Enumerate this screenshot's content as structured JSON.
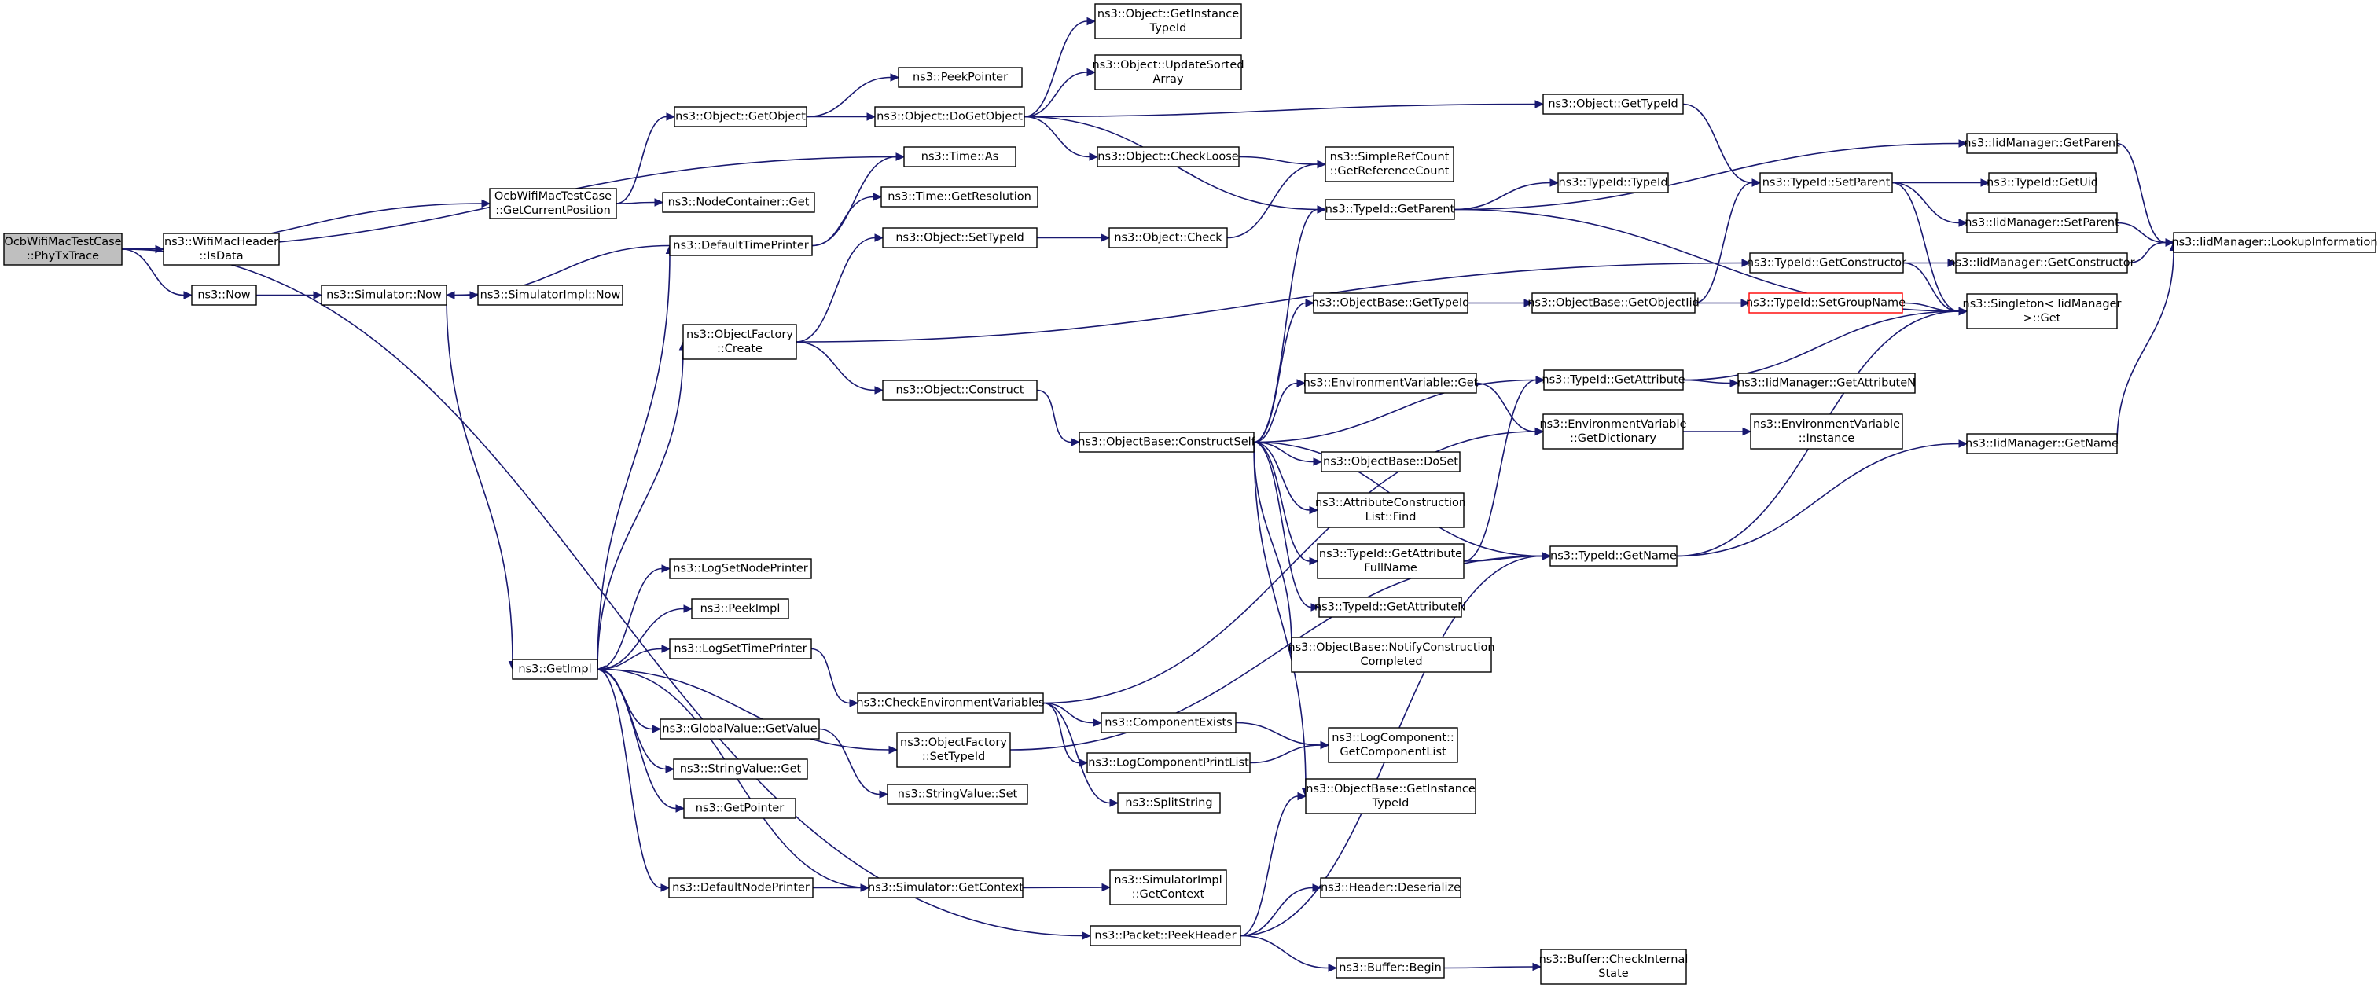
{
  "graph": {
    "colors": {
      "edge": "#191970",
      "root_fill": "#bfbfbf",
      "node_border": "#000000",
      "highlight_border": "#ff0000",
      "background": "#ffffff"
    },
    "nodes": [
      {
        "id": "root",
        "lines": [
          "OcbWifiMacTestCase",
          "::PhyTxTrace"
        ],
        "root": true
      },
      {
        "id": "getCurrentPosition",
        "lines": [
          "OcbWifiMacTestCase",
          "::GetCurrentPosition"
        ]
      },
      {
        "id": "isData",
        "lines": [
          "ns3::WifiMacHeader",
          "::IsData"
        ]
      },
      {
        "id": "now",
        "lines": [
          "ns3::Now"
        ]
      },
      {
        "id": "simNow",
        "lines": [
          "ns3::Simulator::Now"
        ]
      },
      {
        "id": "simImplNow",
        "lines": [
          "ns3::SimulatorImpl::Now"
        ]
      },
      {
        "id": "getImpl",
        "lines": [
          "ns3::GetImpl"
        ]
      },
      {
        "id": "objGetObject",
        "lines": [
          "ns3::Object::GetObject"
        ]
      },
      {
        "id": "nodeContainerGet",
        "lines": [
          "ns3::NodeContainer::Get"
        ]
      },
      {
        "id": "defaultTimePrinter",
        "lines": [
          "ns3::DefaultTimePrinter"
        ]
      },
      {
        "id": "objFactoryCreate",
        "lines": [
          "ns3::ObjectFactory",
          "::Create"
        ]
      },
      {
        "id": "logSetNodePrinter",
        "lines": [
          "ns3::LogSetNodePrinter"
        ]
      },
      {
        "id": "peekImpl",
        "lines": [
          "ns3::PeekImpl"
        ]
      },
      {
        "id": "logSetTimePrinter",
        "lines": [
          "ns3::LogSetTimePrinter"
        ]
      },
      {
        "id": "globalValueGetValue",
        "lines": [
          "ns3::GlobalValue::GetValue"
        ]
      },
      {
        "id": "stringValueGet",
        "lines": [
          "ns3::StringValue::Get"
        ]
      },
      {
        "id": "getPointer",
        "lines": [
          "ns3::GetPointer"
        ]
      },
      {
        "id": "defaultNodePrinter",
        "lines": [
          "ns3::DefaultNodePrinter"
        ]
      },
      {
        "id": "peekPointer",
        "lines": [
          "ns3::PeekPointer"
        ]
      },
      {
        "id": "doGetObject",
        "lines": [
          "ns3::Object::DoGetObject"
        ]
      },
      {
        "id": "timeAs",
        "lines": [
          "ns3::Time::As"
        ]
      },
      {
        "id": "timeGetResolution",
        "lines": [
          "ns3::Time::GetResolution"
        ]
      },
      {
        "id": "objSetTypeId",
        "lines": [
          "ns3::Object::SetTypeId"
        ]
      },
      {
        "id": "objConstruct",
        "lines": [
          "ns3::Object::Construct"
        ]
      },
      {
        "id": "checkEnvVars",
        "lines": [
          "ns3::CheckEnvironmentVariables"
        ]
      },
      {
        "id": "objFactorySetTypeId",
        "lines": [
          "ns3::ObjectFactory",
          "::SetTypeId"
        ]
      },
      {
        "id": "stringValueSet",
        "lines": [
          "ns3::StringValue::Set"
        ]
      },
      {
        "id": "simGetContext",
        "lines": [
          "ns3::Simulator::GetContext"
        ]
      },
      {
        "id": "getInstanceTypeId",
        "lines": [
          "ns3::Object::GetInstance",
          "TypeId"
        ]
      },
      {
        "id": "updateSortedArray",
        "lines": [
          "ns3::Object::UpdateSorted",
          "Array"
        ]
      },
      {
        "id": "checkLoose",
        "lines": [
          "ns3::Object::CheckLoose"
        ]
      },
      {
        "id": "objCheck",
        "lines": [
          "ns3::Object::Check"
        ]
      },
      {
        "id": "constructSelf",
        "lines": [
          "ns3::ObjectBase::ConstructSelf"
        ]
      },
      {
        "id": "componentExists",
        "lines": [
          "ns3::ComponentExists"
        ]
      },
      {
        "id": "logComponentPrintList",
        "lines": [
          "ns3::LogComponentPrintList"
        ]
      },
      {
        "id": "splitString",
        "lines": [
          "ns3::SplitString"
        ]
      },
      {
        "id": "simImplGetContext",
        "lines": [
          "ns3::SimulatorImpl",
          "::GetContext"
        ]
      },
      {
        "id": "packetPeekHeader",
        "lines": [
          "ns3::Packet::PeekHeader"
        ]
      },
      {
        "id": "simpleRefCount",
        "lines": [
          "ns3::SimpleRefCount",
          "::GetReferenceCount"
        ]
      },
      {
        "id": "typeIdGetParent",
        "lines": [
          "ns3::TypeId::GetParent"
        ]
      },
      {
        "id": "objBaseGetTypeId",
        "lines": [
          "ns3::ObjectBase::GetTypeId"
        ]
      },
      {
        "id": "envVarGet",
        "lines": [
          "ns3::EnvironmentVariable::Get"
        ]
      },
      {
        "id": "objBaseDoSet",
        "lines": [
          "ns3::ObjectBase::DoSet"
        ]
      },
      {
        "id": "attrConstructionListFind",
        "lines": [
          "ns3::AttributeConstruction",
          "List::Find"
        ]
      },
      {
        "id": "typeIdGetAttributeFullName",
        "lines": [
          "ns3::TypeId::GetAttribute",
          "FullName"
        ]
      },
      {
        "id": "typeIdGetAttributeN",
        "lines": [
          "ns3::TypeId::GetAttributeN"
        ]
      },
      {
        "id": "notifyConstructionCompleted",
        "lines": [
          "ns3::ObjectBase::NotifyConstruction",
          "Completed"
        ]
      },
      {
        "id": "logComponentGetComponentList",
        "lines": [
          "ns3::LogComponent::",
          "GetComponentList"
        ]
      },
      {
        "id": "objBaseGetInstanceTypeId",
        "lines": [
          "ns3::ObjectBase::GetInstance",
          "TypeId"
        ]
      },
      {
        "id": "headerDeserialize",
        "lines": [
          "ns3::Header::Deserialize"
        ]
      },
      {
        "id": "bufferBegin",
        "lines": [
          "ns3::Buffer::Begin"
        ]
      },
      {
        "id": "objGetTypeId",
        "lines": [
          "ns3::Object::GetTypeId"
        ]
      },
      {
        "id": "typeIdTypeId",
        "lines": [
          "ns3::TypeId::TypeId"
        ]
      },
      {
        "id": "objBaseGetObjectIid",
        "lines": [
          "ns3::ObjectBase::GetObjectIid"
        ]
      },
      {
        "id": "typeIdGetAttribute",
        "lines": [
          "ns3::TypeId::GetAttribute"
        ]
      },
      {
        "id": "envVarGetDictionary",
        "lines": [
          "ns3::EnvironmentVariable",
          "::GetDictionary"
        ]
      },
      {
        "id": "typeIdGetName",
        "lines": [
          "ns3::TypeId::GetName"
        ]
      },
      {
        "id": "bufferCheckInternalState",
        "lines": [
          "ns3::Buffer::CheckInternal",
          "State"
        ]
      },
      {
        "id": "typeIdSetParent",
        "lines": [
          "ns3::TypeId::SetParent"
        ]
      },
      {
        "id": "typeIdGetConstructor",
        "lines": [
          "ns3::TypeId::GetConstructor"
        ]
      },
      {
        "id": "typeIdSetGroupName",
        "lines": [
          "ns3::TypeId::SetGroupName"
        ],
        "red": true
      },
      {
        "id": "iidGetAttributeN",
        "lines": [
          "ns3::IidManager::GetAttributeN"
        ]
      },
      {
        "id": "envVarInstance",
        "lines": [
          "ns3::EnvironmentVariable",
          "::Instance"
        ]
      },
      {
        "id": "iidGetName",
        "lines": [
          "ns3::IidManager::GetName"
        ]
      },
      {
        "id": "iidGetParent",
        "lines": [
          "ns3::IidManager::GetParent"
        ]
      },
      {
        "id": "typeIdGetUid",
        "lines": [
          "ns3::TypeId::GetUid"
        ]
      },
      {
        "id": "iidSetParent",
        "lines": [
          "ns3::IidManager::SetParent"
        ]
      },
      {
        "id": "iidGetConstructor",
        "lines": [
          "ns3::IidManager::GetConstructor"
        ]
      },
      {
        "id": "singletonGet",
        "lines": [
          "ns3::Singleton< IidManager",
          " >::Get"
        ]
      },
      {
        "id": "iidLookupInformation",
        "lines": [
          "ns3::IidManager::LookupInformation"
        ]
      }
    ],
    "edges": [
      [
        "root",
        "getCurrentPosition"
      ],
      [
        "root",
        "isData"
      ],
      [
        "root",
        "now"
      ],
      [
        "root",
        "timeAs"
      ],
      [
        "root",
        "packetPeekHeader"
      ],
      [
        "getCurrentPosition",
        "objGetObject"
      ],
      [
        "getCurrentPosition",
        "nodeContainerGet"
      ],
      [
        "now",
        "simNow"
      ],
      [
        "simNow",
        "simImplNow"
      ],
      [
        "simNow",
        "getImpl"
      ],
      [
        "objGetObject",
        "peekPointer"
      ],
      [
        "objGetObject",
        "doGetObject"
      ],
      [
        "doGetObject",
        "getInstanceTypeId"
      ],
      [
        "doGetObject",
        "updateSortedArray"
      ],
      [
        "doGetObject",
        "objGetTypeId"
      ],
      [
        "doGetObject",
        "checkLoose"
      ],
      [
        "doGetObject",
        "typeIdGetParent"
      ],
      [
        "defaultTimePrinter",
        "simNow"
      ],
      [
        "defaultTimePrinter",
        "timeAs"
      ],
      [
        "defaultTimePrinter",
        "timeGetResolution"
      ],
      [
        "getImpl",
        "defaultTimePrinter"
      ],
      [
        "getImpl",
        "objFactoryCreate"
      ],
      [
        "getImpl",
        "logSetNodePrinter"
      ],
      [
        "getImpl",
        "peekImpl"
      ],
      [
        "getImpl",
        "logSetTimePrinter"
      ],
      [
        "getImpl",
        "objFactorySetTypeId"
      ],
      [
        "getImpl",
        "globalValueGetValue"
      ],
      [
        "getImpl",
        "stringValueGet"
      ],
      [
        "getImpl",
        "getPointer"
      ],
      [
        "getImpl",
        "defaultNodePrinter"
      ],
      [
        "objFactoryCreate",
        "objSetTypeId"
      ],
      [
        "objFactoryCreate",
        "objConstruct"
      ],
      [
        "objFactoryCreate",
        "typeIdGetConstructor"
      ],
      [
        "objSetTypeId",
        "objCheck"
      ],
      [
        "objCheck",
        "simpleRefCount"
      ],
      [
        "checkLoose",
        "simpleRefCount"
      ],
      [
        "objConstruct",
        "constructSelf"
      ],
      [
        "logSetTimePrinter",
        "checkEnvVars"
      ],
      [
        "checkEnvVars",
        "envVarGetDictionary"
      ],
      [
        "checkEnvVars",
        "componentExists"
      ],
      [
        "checkEnvVars",
        "logComponentPrintList"
      ],
      [
        "checkEnvVars",
        "splitString"
      ],
      [
        "globalValueGetValue",
        "stringValueSet"
      ],
      [
        "objFactorySetTypeId",
        "typeIdGetName"
      ],
      [
        "defaultNodePrinter",
        "simGetContext"
      ],
      [
        "simGetContext",
        "getImpl"
      ],
      [
        "simGetContext",
        "simImplGetContext"
      ],
      [
        "componentExists",
        "logComponentGetComponentList"
      ],
      [
        "logComponentPrintList",
        "logComponentGetComponentList"
      ],
      [
        "constructSelf",
        "typeIdGetParent"
      ],
      [
        "constructSelf",
        "objBaseGetTypeId"
      ],
      [
        "constructSelf",
        "typeIdGetAttribute"
      ],
      [
        "constructSelf",
        "envVarGet"
      ],
      [
        "constructSelf",
        "typeIdGetName"
      ],
      [
        "constructSelf",
        "objBaseDoSet"
      ],
      [
        "constructSelf",
        "attrConstructionListFind"
      ],
      [
        "constructSelf",
        "typeIdGetAttributeFullName"
      ],
      [
        "constructSelf",
        "typeIdGetAttributeN"
      ],
      [
        "constructSelf",
        "notifyConstructionCompleted"
      ],
      [
        "constructSelf",
        "objBaseGetInstanceTypeId"
      ],
      [
        "packetPeekHeader",
        "objBaseGetInstanceTypeId"
      ],
      [
        "packetPeekHeader",
        "headerDeserialize"
      ],
      [
        "packetPeekHeader",
        "bufferBegin"
      ],
      [
        "packetPeekHeader",
        "typeIdGetName"
      ],
      [
        "bufferBegin",
        "bufferCheckInternalState"
      ],
      [
        "typeIdGetParent",
        "typeIdTypeId"
      ],
      [
        "typeIdGetParent",
        "iidGetParent"
      ],
      [
        "typeIdGetParent",
        "singletonGet"
      ],
      [
        "objGetTypeId",
        "typeIdSetParent"
      ],
      [
        "objBaseGetTypeId",
        "objBaseGetObjectIid"
      ],
      [
        "objBaseGetObjectIid",
        "typeIdSetParent"
      ],
      [
        "objBaseGetObjectIid",
        "typeIdSetGroupName"
      ],
      [
        "envVarGet",
        "envVarGetDictionary"
      ],
      [
        "envVarGetDictionary",
        "envVarInstance"
      ],
      [
        "typeIdGetAttributeFullName",
        "typeIdGetAttribute"
      ],
      [
        "typeIdGetAttributeFullName",
        "typeIdGetName"
      ],
      [
        "typeIdGetAttribute",
        "iidGetAttributeN"
      ],
      [
        "typeIdGetAttribute",
        "singletonGet"
      ],
      [
        "typeIdGetName",
        "singletonGet"
      ],
      [
        "typeIdGetName",
        "iidGetName"
      ],
      [
        "typeIdSetParent",
        "typeIdGetUid"
      ],
      [
        "typeIdSetParent",
        "iidSetParent"
      ],
      [
        "typeIdSetParent",
        "singletonGet"
      ],
      [
        "typeIdGetConstructor",
        "iidGetConstructor"
      ],
      [
        "typeIdGetConstructor",
        "singletonGet"
      ],
      [
        "typeIdSetGroupName",
        "singletonGet"
      ],
      [
        "iidGetParent",
        "iidLookupInformation"
      ],
      [
        "iidSetParent",
        "iidLookupInformation"
      ],
      [
        "iidGetConstructor",
        "iidLookupInformation"
      ],
      [
        "iidGetName",
        "iidLookupInformation"
      ]
    ]
  }
}
